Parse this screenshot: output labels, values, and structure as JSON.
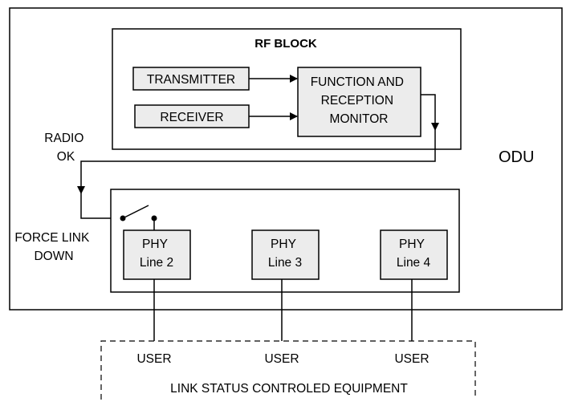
{
  "odu_label": "ODU",
  "rf_block": {
    "title": "RF BLOCK",
    "transmitter": "TRANSMITTER",
    "receiver": "RECEIVER",
    "monitor_lines": [
      "FUNCTION AND",
      "RECEPTION",
      "MONITOR"
    ]
  },
  "radio_ok_lines": [
    "RADIO",
    "OK"
  ],
  "force_link_down_lines": [
    "FORCE LINK",
    "DOWN"
  ],
  "phy_blocks": [
    {
      "line1": "PHY",
      "line2": "Line 2"
    },
    {
      "line1": "PHY",
      "line2": "Line 3"
    },
    {
      "line1": "PHY",
      "line2": "Line 4"
    }
  ],
  "users": [
    "USER",
    "USER",
    "USER"
  ],
  "equipment_label": "LINK STATUS CONTROLED EQUIPMENT"
}
